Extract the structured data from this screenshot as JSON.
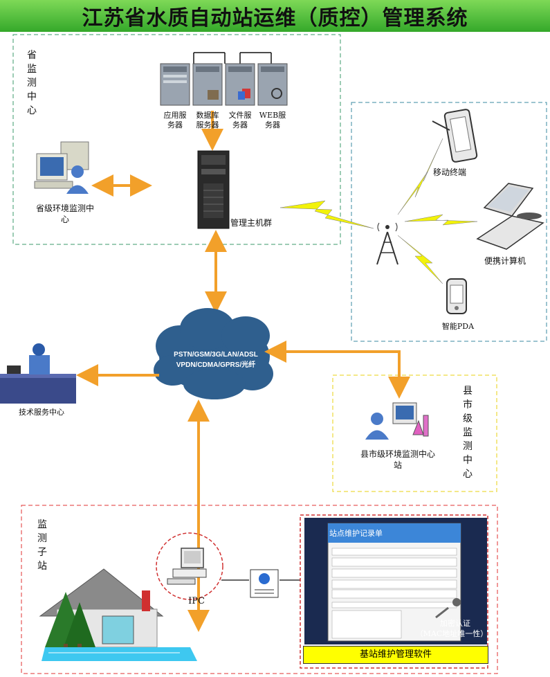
{
  "title": "江苏省水质自动站运维（质控）管理系统",
  "provincial_center": {
    "label": "省监测中心",
    "servers": [
      {
        "label": "应用服务器"
      },
      {
        "label": "数据库服务器"
      },
      {
        "label": "文件服务器"
      },
      {
        "label": "WEB服务器"
      }
    ],
    "host_label": "管理主机群",
    "env_center_label": "省级环境监测中心"
  },
  "mobile": {
    "terminal_label": "移动终端",
    "laptop_label": "便携计算机",
    "pda_label": "智能PDA"
  },
  "network": {
    "line1": "PSTN/GSM/3G/LAN/ADSL",
    "line2": "VPDN/CDMA/GPRS/光纤"
  },
  "tech_service_label": "技术服务中心",
  "county": {
    "label": "县市级监测中心",
    "station_label": "县市级环境监测中心站"
  },
  "substation": {
    "label": "监测子站",
    "ipc_label": "IPC"
  },
  "software": {
    "window_title": "站点维护记录单",
    "name_label": "基站维护管理软件",
    "encrypt_line1": "加密认证",
    "encrypt_line2": "（MAC地址唯一性）"
  },
  "colors": {
    "title_bar": "#4cbf3a",
    "arrow": "#f2a02a",
    "cloud": "#2f5f8e",
    "lightning": "#f2f20a"
  }
}
